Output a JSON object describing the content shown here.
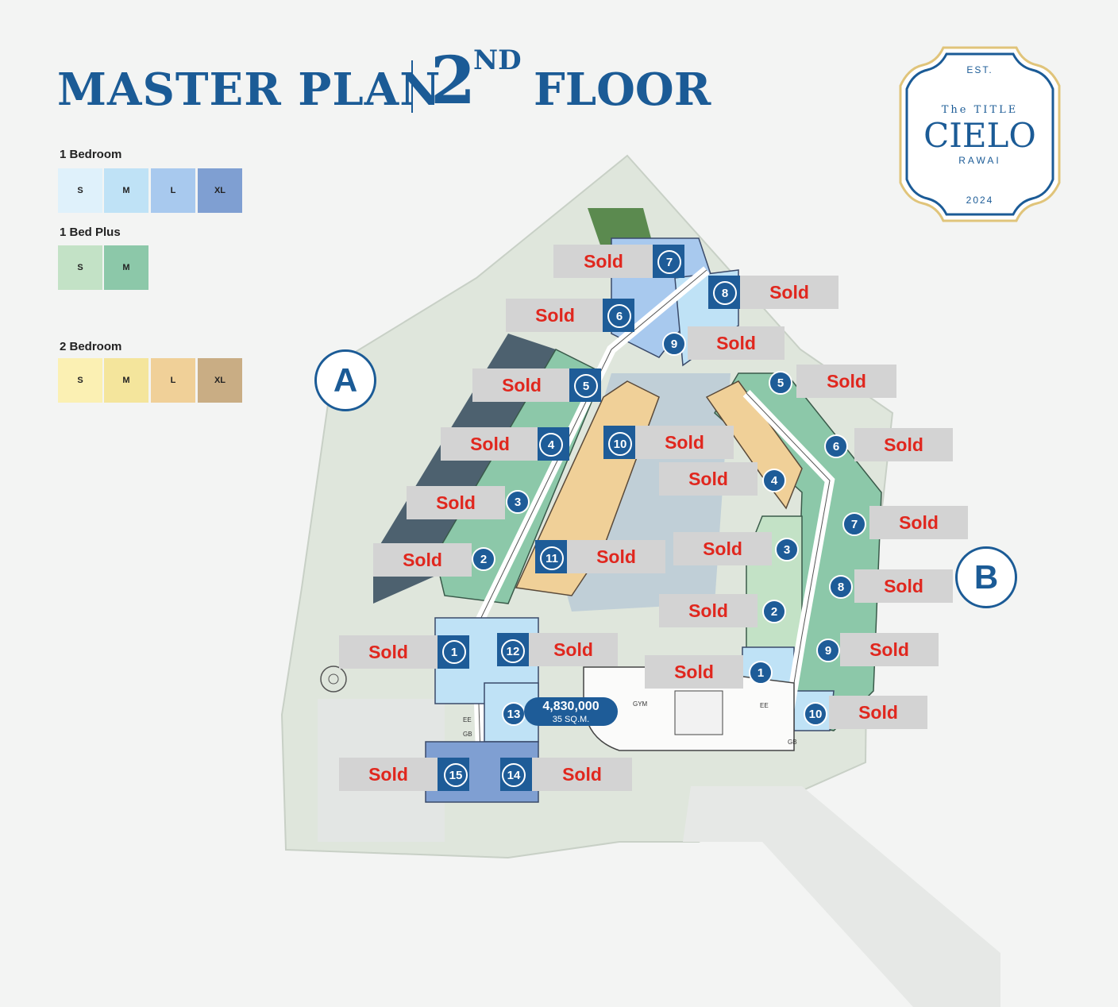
{
  "header": {
    "title_left": "MASTER PLAN",
    "floor_number": "2",
    "floor_suffix": "ND",
    "floor_word": "FLOOR"
  },
  "legend": {
    "one_bedroom": {
      "heading": "1 Bedroom",
      "sizes": [
        "S",
        "M",
        "L",
        "XL"
      ],
      "colors": [
        "#dff1fb",
        "#bfe2f6",
        "#a8c9ee",
        "#7f9fd2"
      ]
    },
    "one_bed_plus": {
      "heading": "1 Bed Plus",
      "sizes": [
        "S",
        "M"
      ],
      "colors": [
        "#c3e2c6",
        "#8cc8a9"
      ]
    },
    "two_bedroom": {
      "heading": "2 Bedroom",
      "sizes": [
        "S",
        "M",
        "L",
        "XL"
      ],
      "colors": [
        "#fbf0b3",
        "#f4e59c",
        "#f0d098",
        "#c9ad84"
      ]
    }
  },
  "logo": {
    "est": "EST.",
    "the_title": "The TITLE",
    "name": "CIELO",
    "location": "RAWAI",
    "year": "2024"
  },
  "buildings": {
    "a": "A",
    "b": "B"
  },
  "units": [
    {
      "label": "Sold",
      "number": "7"
    },
    {
      "label": "Sold",
      "number": "8"
    },
    {
      "label": "Sold",
      "number": "6"
    },
    {
      "label": "Sold",
      "number": "9"
    },
    {
      "label": "Sold",
      "number": "5"
    },
    {
      "label": "Sold",
      "number": "5"
    },
    {
      "label": "Sold",
      "number": "4"
    },
    {
      "label": "Sold",
      "number": "10"
    },
    {
      "label": "Sold",
      "number": "6"
    },
    {
      "label": "Sold",
      "number": "4"
    },
    {
      "label": "Sold",
      "number": "3"
    },
    {
      "label": "Sold",
      "number": "7"
    },
    {
      "label": "Sold",
      "number": "2"
    },
    {
      "label": "Sold",
      "number": "11"
    },
    {
      "label": "Sold",
      "number": "3"
    },
    {
      "label": "Sold",
      "number": "8"
    },
    {
      "label": "Sold",
      "number": "2"
    },
    {
      "label": "Sold",
      "number": "1"
    },
    {
      "label": "Sold",
      "number": "12"
    },
    {
      "label": "Sold",
      "number": "9"
    },
    {
      "label": "Sold",
      "number": "1"
    },
    {
      "label": "Sold",
      "number": "10"
    },
    {
      "label": "Sold",
      "number": "15"
    },
    {
      "label": "Sold",
      "number": "14"
    }
  ],
  "available": {
    "number": "13",
    "price": "4,830,000",
    "size": "35 SQ.M."
  },
  "plan_labels": {
    "gym": "GYM",
    "ee": "EE",
    "gb": "GB"
  }
}
